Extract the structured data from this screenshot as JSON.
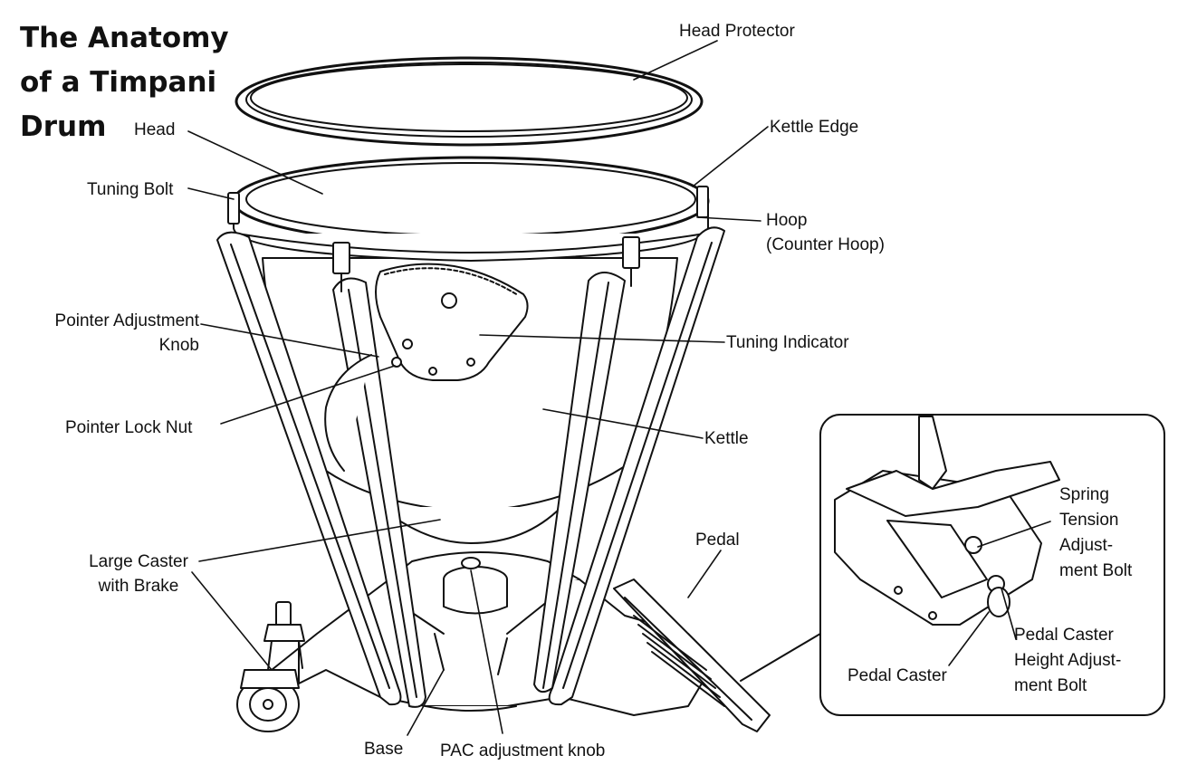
{
  "title_lines": [
    "The Anatomy",
    "of a Timpani",
    "Drum"
  ],
  "labels": {
    "head_protector": "Head Protector",
    "head": "Head",
    "kettle_edge": "Kettle Edge",
    "tuning_bolt": "Tuning Bolt",
    "hoop_line1": "Hoop",
    "hoop_line2": "(Counter Hoop)",
    "pointer_adjustment_line1": "Pointer Adjustment",
    "pointer_adjustment_line2": "Knob",
    "tuning_indicator": "Tuning Indicator",
    "pointer_lock_nut": "Pointer Lock Nut",
    "kettle": "Kettle",
    "large_caster_line1": "Large Caster",
    "large_caster_line2": "with Brake",
    "pedal": "Pedal",
    "base": "Base",
    "pac_knob": "PAC adjustment knob",
    "spring_line1": "Spring",
    "spring_line2": "Tension",
    "spring_line3": "Adjust-",
    "spring_line4": "ment Bolt",
    "pedal_caster": "Pedal Caster",
    "pedal_caster_height_line1": "Pedal Caster",
    "pedal_caster_height_line2": "Height Adjust-",
    "pedal_caster_height_line3": "ment Bolt"
  }
}
